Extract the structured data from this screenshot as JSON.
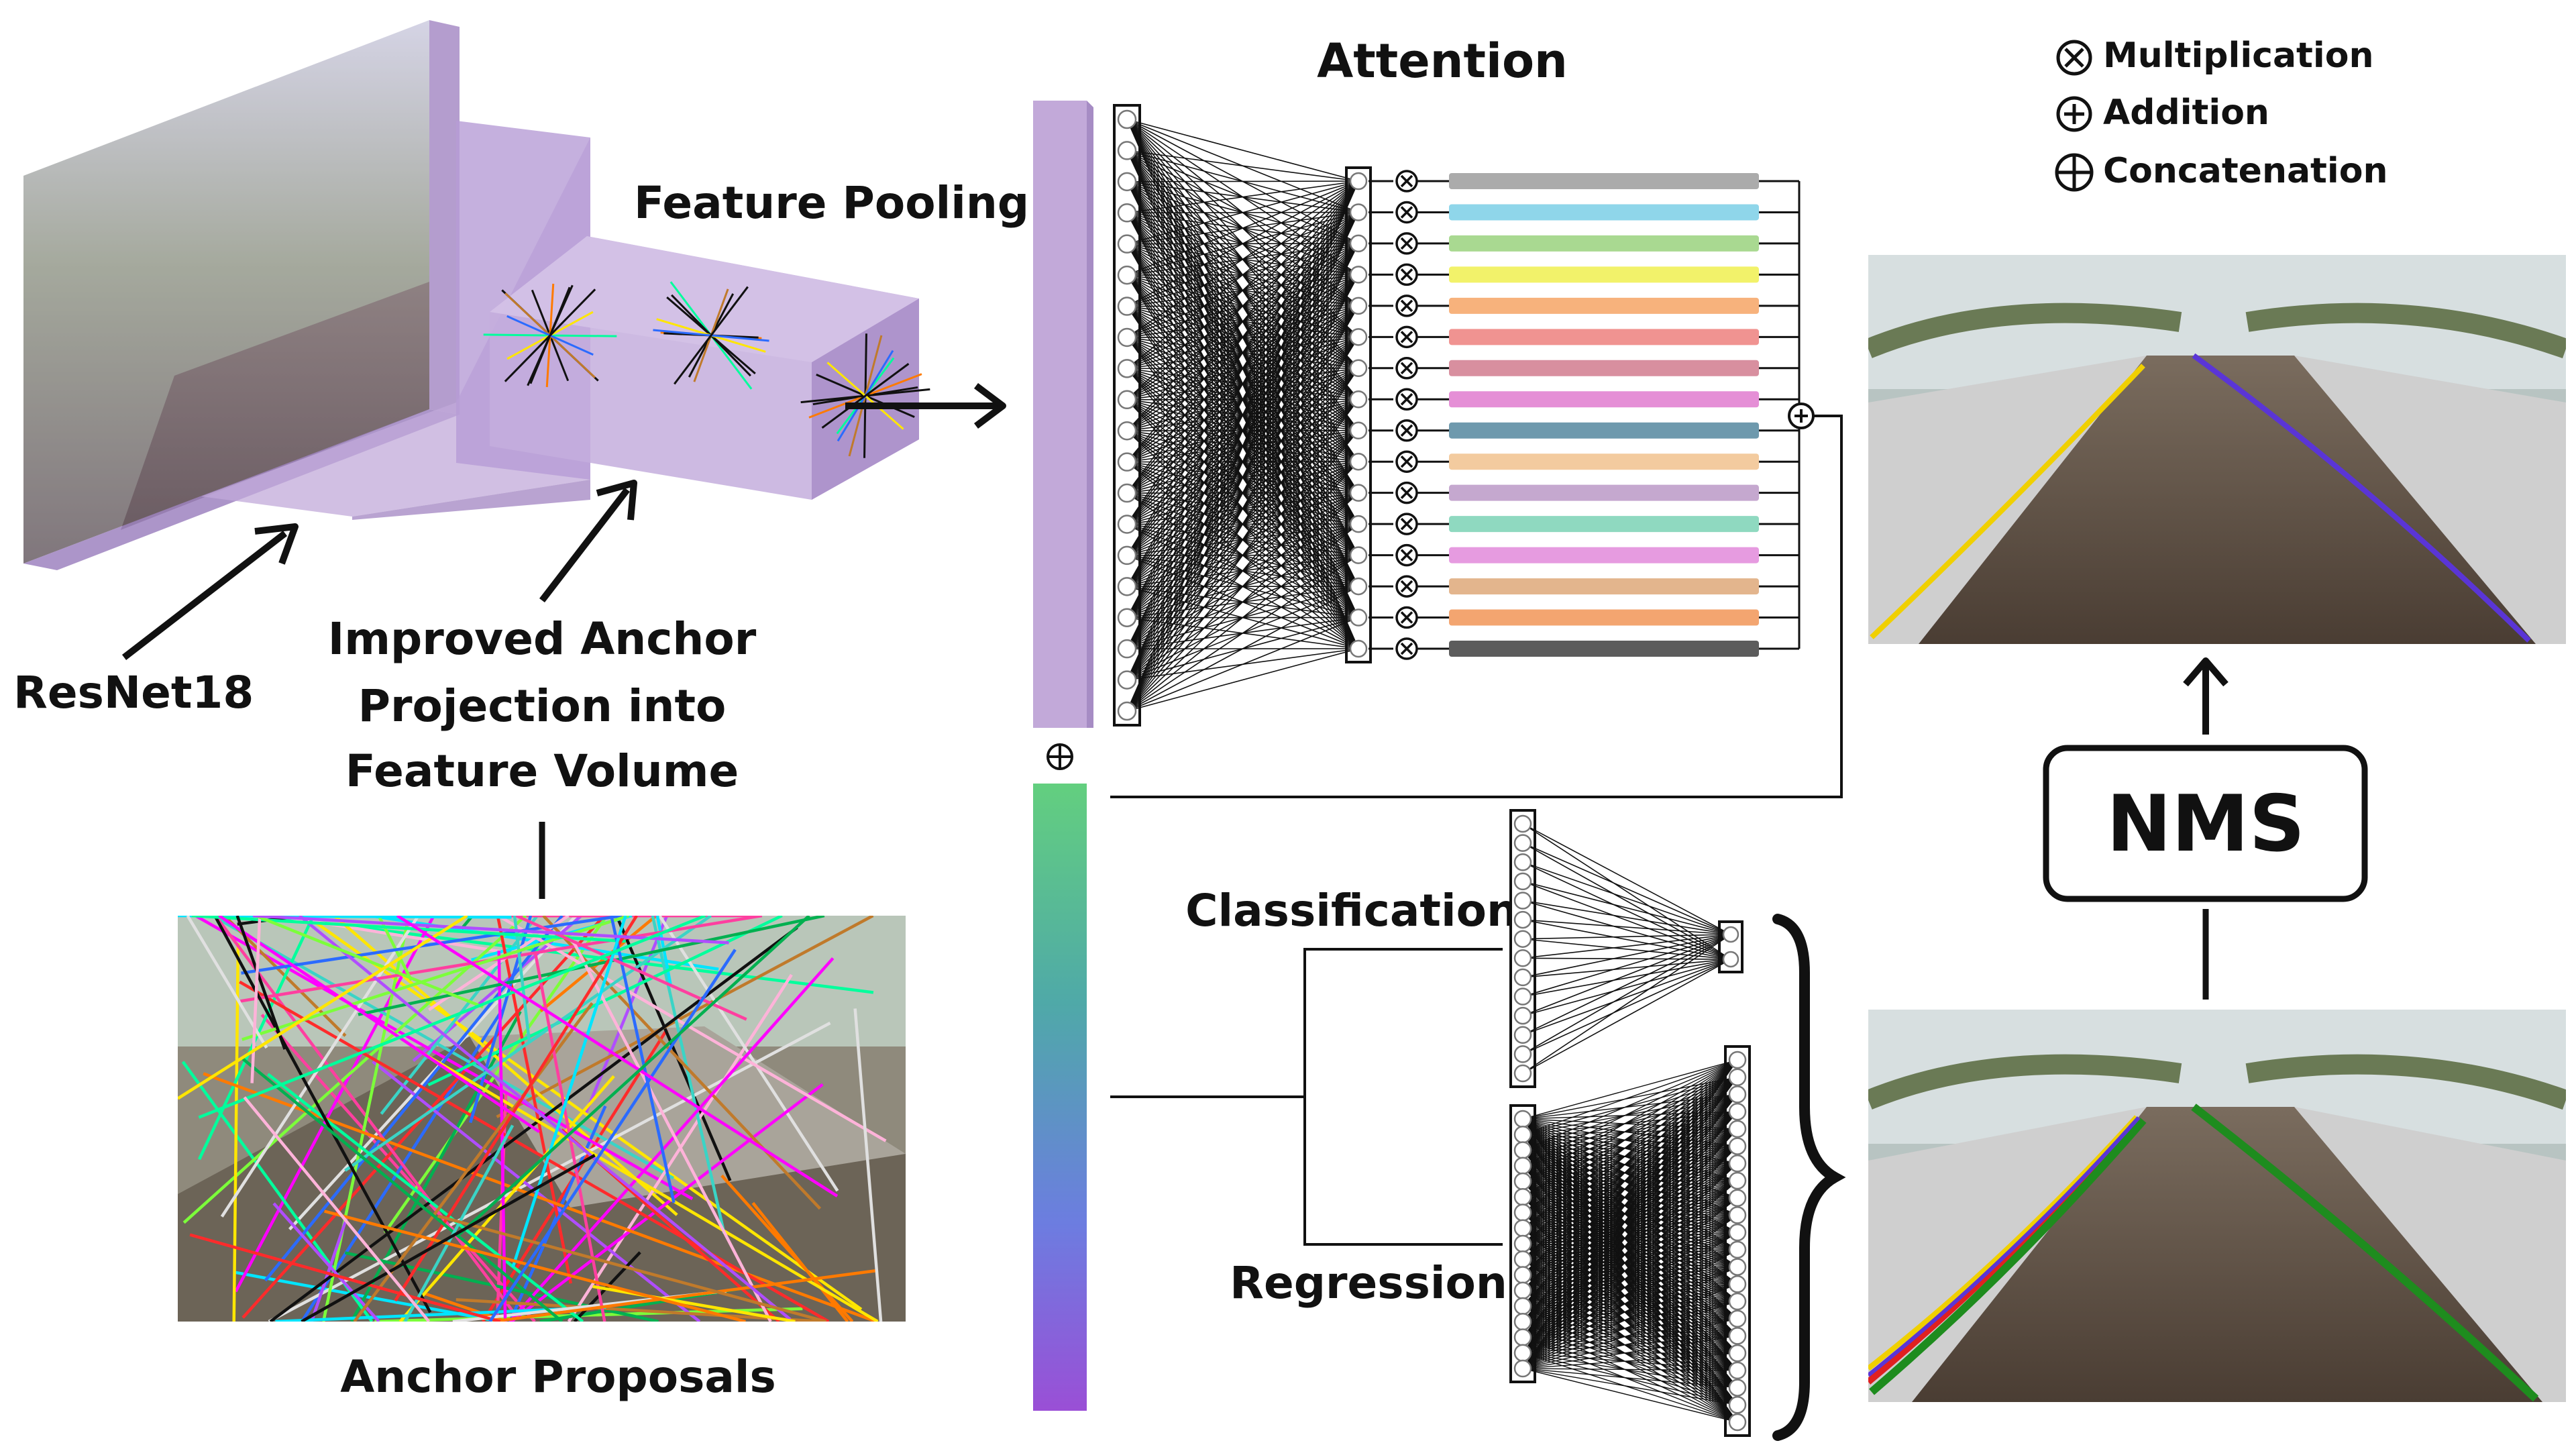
{
  "labels": {
    "attention": "Attention",
    "feature_pooling": "Feature Pooling",
    "backbone": "ResNet18",
    "anchor_projection": [
      "Improved Anchor",
      "Projection into",
      "Feature Volume"
    ],
    "anchor_proposals": "Anchor Proposals",
    "classification": "Classification",
    "regression": "Regression",
    "nms": "NMS"
  },
  "legend": [
    {
      "symbol": "multiplication-icon",
      "label": "Multiplication"
    },
    {
      "symbol": "addition-icon",
      "label": "Addition"
    },
    {
      "symbol": "concatenation-icon",
      "label": "Concatenation"
    }
  ],
  "attention_stripe_colors": [
    "#ababab",
    "#8fd6ea",
    "#a9d991",
    "#f2f26a",
    "#f7b27c",
    "#f09391",
    "#d88f9f",
    "#e58fd6",
    "#6e99ad",
    "#f3cb9f",
    "#c5a8cf",
    "#8fd9c0",
    "#e69be0",
    "#e3b58d",
    "#f3a570",
    "#5c5c5c"
  ],
  "anchor_line_colors": [
    "#ff3fa0",
    "#00e5ff",
    "#7cff3a",
    "#ff7a00",
    "#b04dff",
    "#ffe600",
    "#00ff9c",
    "#ff2b2b",
    "#2b6bff",
    "#e0e0e0",
    "#ff00ff",
    "#00b050",
    "#111111",
    "#ffb3d9",
    "#3ad4c6",
    "#c07a2b"
  ],
  "lane_colors": {
    "yellow": "#f0d000",
    "blue": "#5a35d6",
    "green": "#1e8c1e",
    "red": "#e02020"
  },
  "volume_color": "#b79cd6",
  "gradient_colors": [
    "#63cf7f",
    "#4fa9a8",
    "#6c7de0",
    "#9a4fd6"
  ]
}
